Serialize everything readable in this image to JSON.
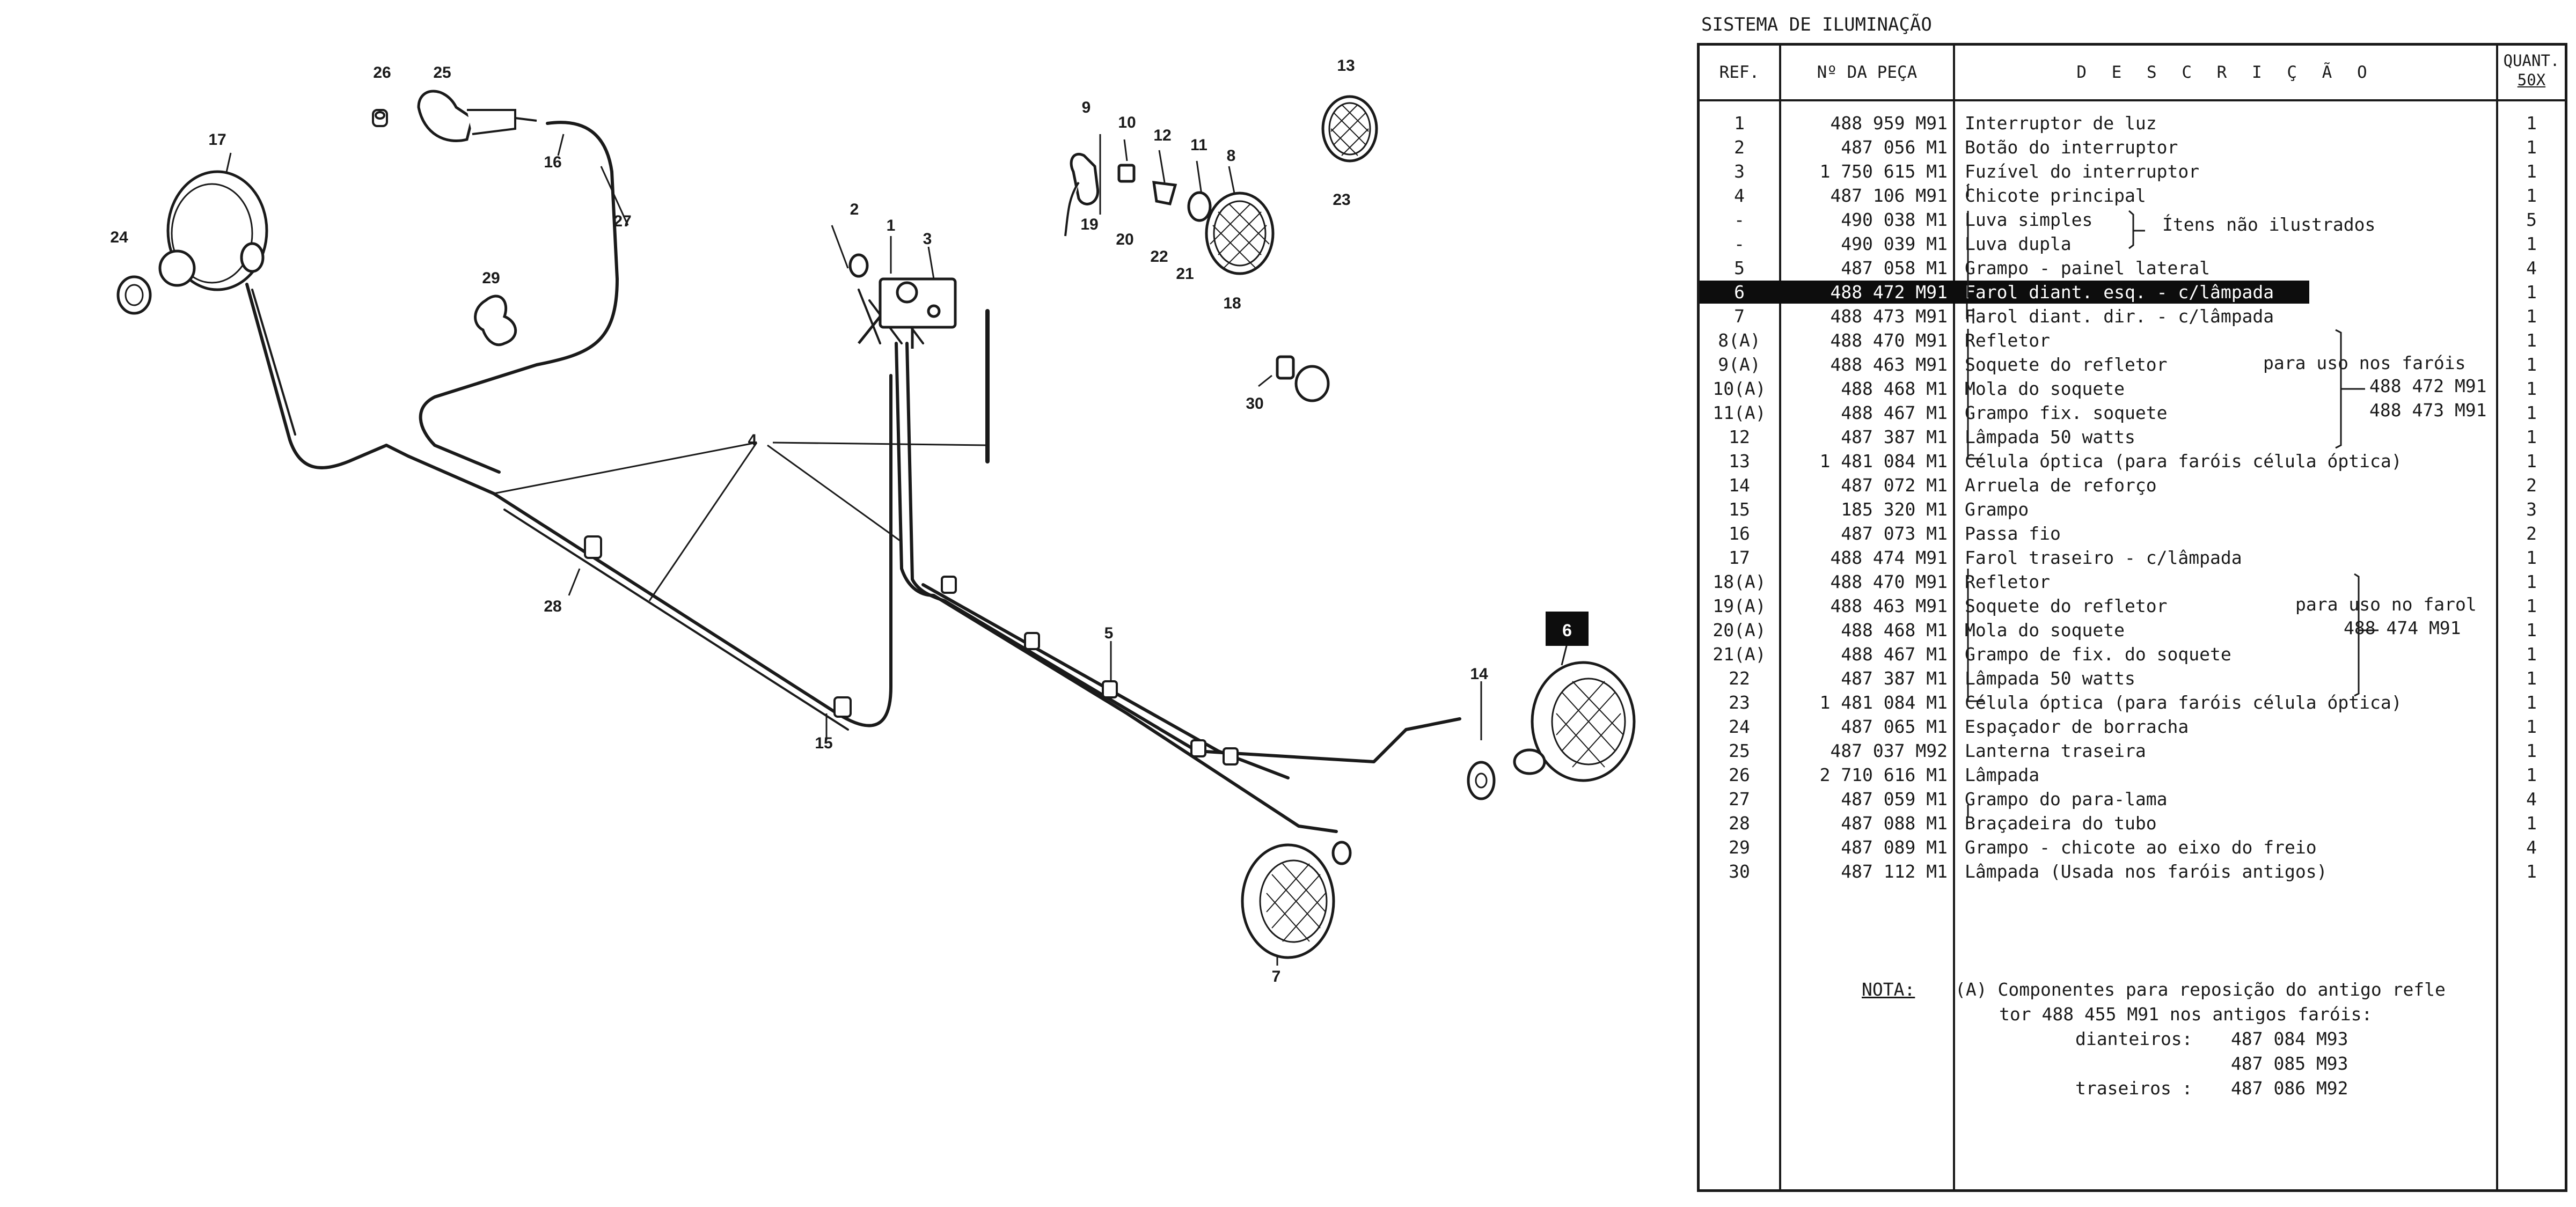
{
  "page_title": "SISTEMA DE ILUMINAÇÃO",
  "table": {
    "headers": {
      "ref": "REF.",
      "part": "Nº DA PEÇA",
      "desc": "D E S C R I Ç Ã O",
      "quant_line1": "QUANT.",
      "quant_line2": "50X"
    },
    "rows": [
      {
        "ref": "1",
        "part": "488 959 M91",
        "desc": "Interruptor de luz",
        "qty": "1"
      },
      {
        "ref": "2",
        "part": "487 056 M1",
        "desc": "Botão do interruptor",
        "qty": "1"
      },
      {
        "ref": "3",
        "part": "1 750 615 M1",
        "desc": "Fuzível do interruptor",
        "qty": "1"
      },
      {
        "ref": "4",
        "part": "487 106 M91",
        "desc": "Chicote principal",
        "qty": "1"
      },
      {
        "ref": "-",
        "part": "490 038 M1",
        "desc": "Luva simples",
        "qty": "5"
      },
      {
        "ref": "-",
        "part": "490 039 M1",
        "desc": "Luva dupla",
        "qty": "1"
      },
      {
        "ref": "5",
        "part": "487 058 M1",
        "desc": "Grampo - painel lateral",
        "qty": "4"
      },
      {
        "ref": "6",
        "part": "488 472 M91",
        "desc": "Farol diant. esq. - c/lâmpada",
        "qty": "1"
      },
      {
        "ref": "7",
        "part": "488 473 M91",
        "desc": "Farol diant. dir. - c/lâmpada",
        "qty": "1"
      },
      {
        "ref": "8(A)",
        "part": "488 470 M91",
        "desc": "Refletor",
        "qty": "1"
      },
      {
        "ref": "9(A)",
        "part": "488 463 M91",
        "desc": "Soquete do refletor",
        "qty": "1"
      },
      {
        "ref": "10(A)",
        "part": "488 468 M1",
        "desc": "Mola do soquete",
        "qty": "1"
      },
      {
        "ref": "11(A)",
        "part": "488 467 M1",
        "desc": "Grampo fix. soquete",
        "qty": "1"
      },
      {
        "ref": "12",
        "part": "487 387 M1",
        "desc": "Lâmpada 50 watts",
        "qty": "1"
      },
      {
        "ref": "13",
        "part": "1 481 084 M1",
        "desc": "Célula óptica (para faróis célula óptica)",
        "qty": "1"
      },
      {
        "ref": "14",
        "part": "487 072 M1",
        "desc": "Arruela de reforço",
        "qty": "2"
      },
      {
        "ref": "15",
        "part": "185 320 M1",
        "desc": "Grampo",
        "qty": "3"
      },
      {
        "ref": "16",
        "part": "487 073 M1",
        "desc": "Passa fio",
        "qty": "2"
      },
      {
        "ref": "17",
        "part": "488 474 M91",
        "desc": "Farol traseiro - c/lâmpada",
        "qty": "1"
      },
      {
        "ref": "18(A)",
        "part": "488 470 M91",
        "desc": "Refletor",
        "qty": "1"
      },
      {
        "ref": "19(A)",
        "part": "488 463 M91",
        "desc": "Soquete do refletor",
        "qty": "1"
      },
      {
        "ref": "20(A)",
        "part": "488 468 M1",
        "desc": "Mola do soquete",
        "qty": "1"
      },
      {
        "ref": "21(A)",
        "part": "488 467 M1",
        "desc": "Grampo de fix. do soquete",
        "qty": "1"
      },
      {
        "ref": "22",
        "part": "487 387 M1",
        "desc": "Lâmpada 50 watts",
        "qty": "1"
      },
      {
        "ref": "23",
        "part": "1 481 084 M1",
        "desc": "Célula óptica (para faróis célula óptica)",
        "qty": "1"
      },
      {
        "ref": "24",
        "part": "487 065 M1",
        "desc": "Espaçador de borracha",
        "qty": "1"
      },
      {
        "ref": "25",
        "part": "487 037 M92",
        "desc": "Lanterna traseira",
        "qty": "1"
      },
      {
        "ref": "26",
        "part": "2 710 616 M1",
        "desc": "Lâmpada",
        "qty": "1"
      },
      {
        "ref": "27",
        "part": "487 059 M1",
        "desc": "Grampo do para-lama",
        "qty": "4"
      },
      {
        "ref": "28",
        "part": "487 088 M1",
        "desc": "Braçadeira do tubo",
        "qty": "1"
      },
      {
        "ref": "29",
        "part": "487 089 M1",
        "desc": "Grampo - chicote ao eixo do freio",
        "qty": "4"
      },
      {
        "ref": "30",
        "part": "487 112 M1",
        "desc": "Lâmpada (Usada nos faróis antigos)",
        "qty": "1"
      }
    ],
    "bracket_notes": {
      "not_illustrated": "Ítens não ilustrados",
      "front_use_line1": "para uso nos faróis",
      "front_use_line2": "488 472 M91",
      "front_use_line3": "488 473 M91",
      "rear_use_line1": "para uso no farol",
      "rear_use_line2": "488 474 M91"
    },
    "note": {
      "label": "NOTA:",
      "line1": "(A) Componentes para reposição do antigo refle",
      "line2": "tor 488 455 M91 nos antigos faróis:",
      "front_label": "dianteiros:",
      "front_part1": "487 084 M93",
      "front_part2": "487 085 M93",
      "rear_label": "traseiros :",
      "rear_part": "487 086 M92"
    }
  },
  "diagram": {
    "callouts": [
      "1",
      "2",
      "3",
      "4",
      "5",
      "6",
      "7",
      "8",
      "9",
      "10",
      "11",
      "12",
      "13",
      "14",
      "15",
      "16",
      "17",
      "18",
      "19",
      "20",
      "21",
      "22",
      "23",
      "24",
      "25",
      "26",
      "27",
      "28",
      "29",
      "30"
    ],
    "highlighted_callout": "6"
  },
  "colors": {
    "ink": "#1a1a1a",
    "highlight": "#0d0d0d",
    "paper": "#ffffff"
  }
}
